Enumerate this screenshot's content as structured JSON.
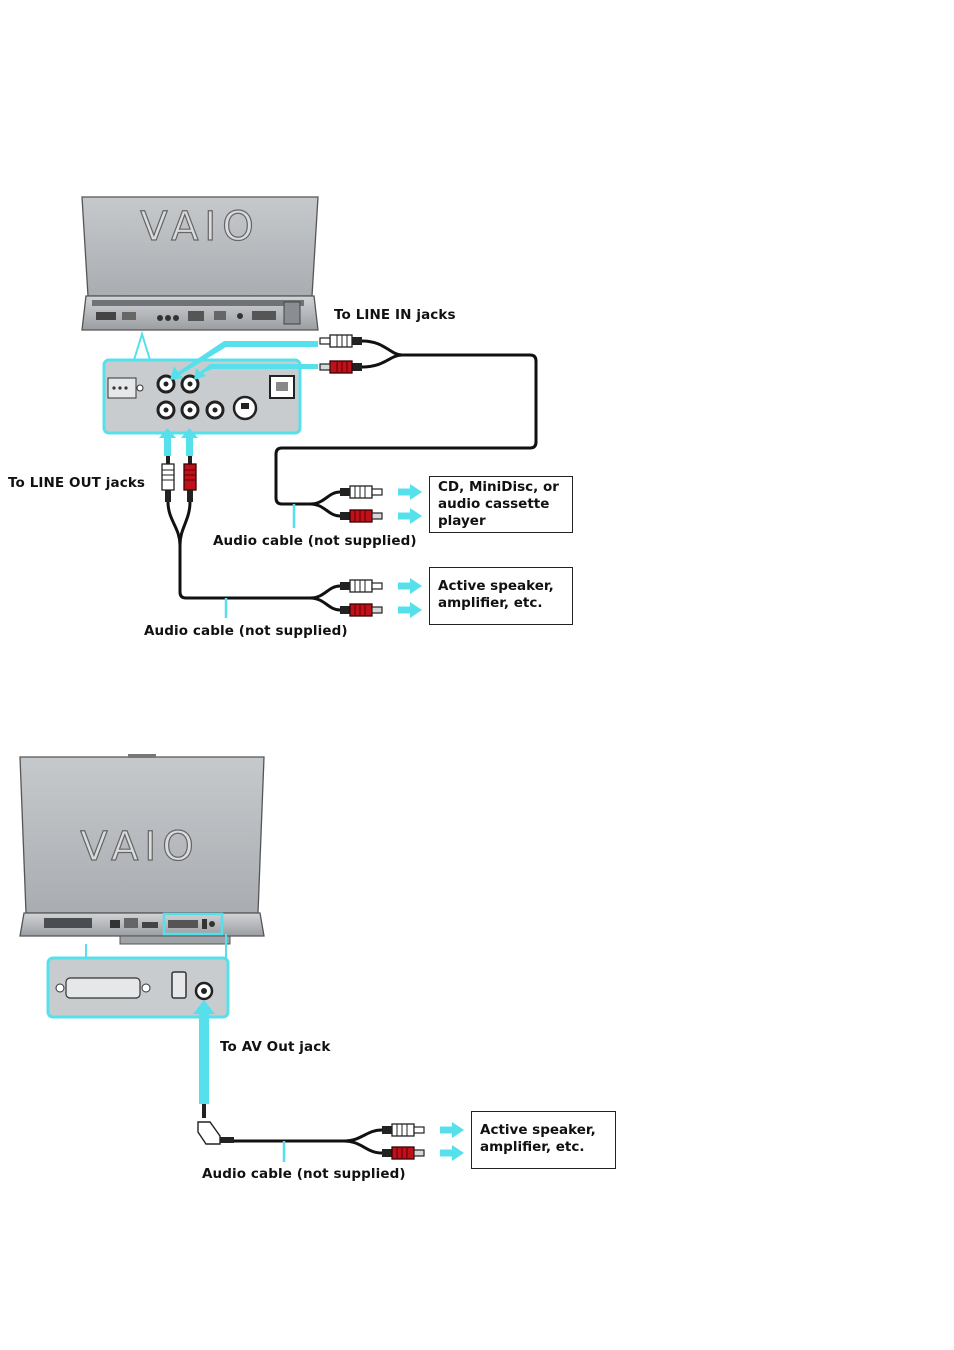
{
  "brand": "VAIO",
  "colors": {
    "highlight": "#55e0ec",
    "cable": "#111111",
    "red_plug": "#c0101a",
    "white_plug": "#ffffff",
    "laptop_body": "#b9bcbf"
  },
  "diagram1": {
    "line_in_label": "To LINE IN jacks",
    "line_out_label": "To LINE OUT jacks",
    "cable_label_1": "Audio cable (not supplied)",
    "cable_label_2": "Audio cable (not supplied)",
    "device_source": [
      "CD, MiniDisc, or",
      "audio cassette",
      "player"
    ],
    "device_speaker": [
      "Active speaker,",
      "amplifier, etc."
    ]
  },
  "diagram2": {
    "av_out_label": "To AV Out jack",
    "cable_label": "Audio cable (not supplied)",
    "device_speaker": [
      "Active speaker,",
      "amplifier, etc."
    ]
  }
}
